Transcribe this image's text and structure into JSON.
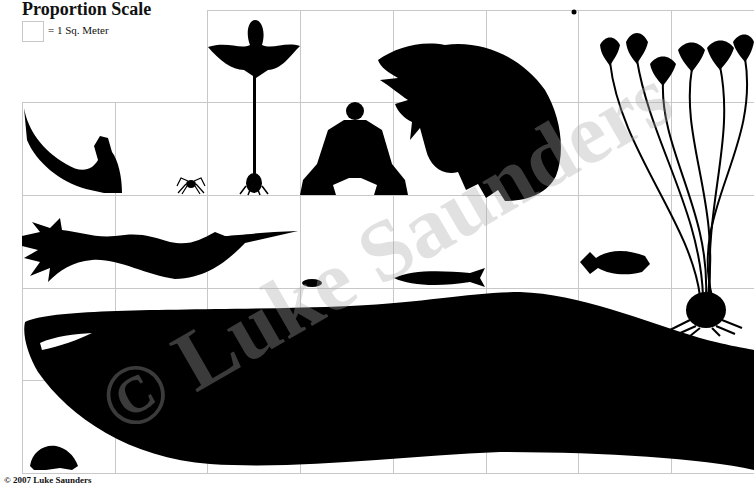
{
  "diagram": {
    "title": "Proportion Scale",
    "caption": "© 2007 Luke Saunders",
    "labels": [
      "© Luke Saunders"
    ],
    "legend": [
      {
        "text": "= 1 Sq. Meter"
      }
    ]
  }
}
